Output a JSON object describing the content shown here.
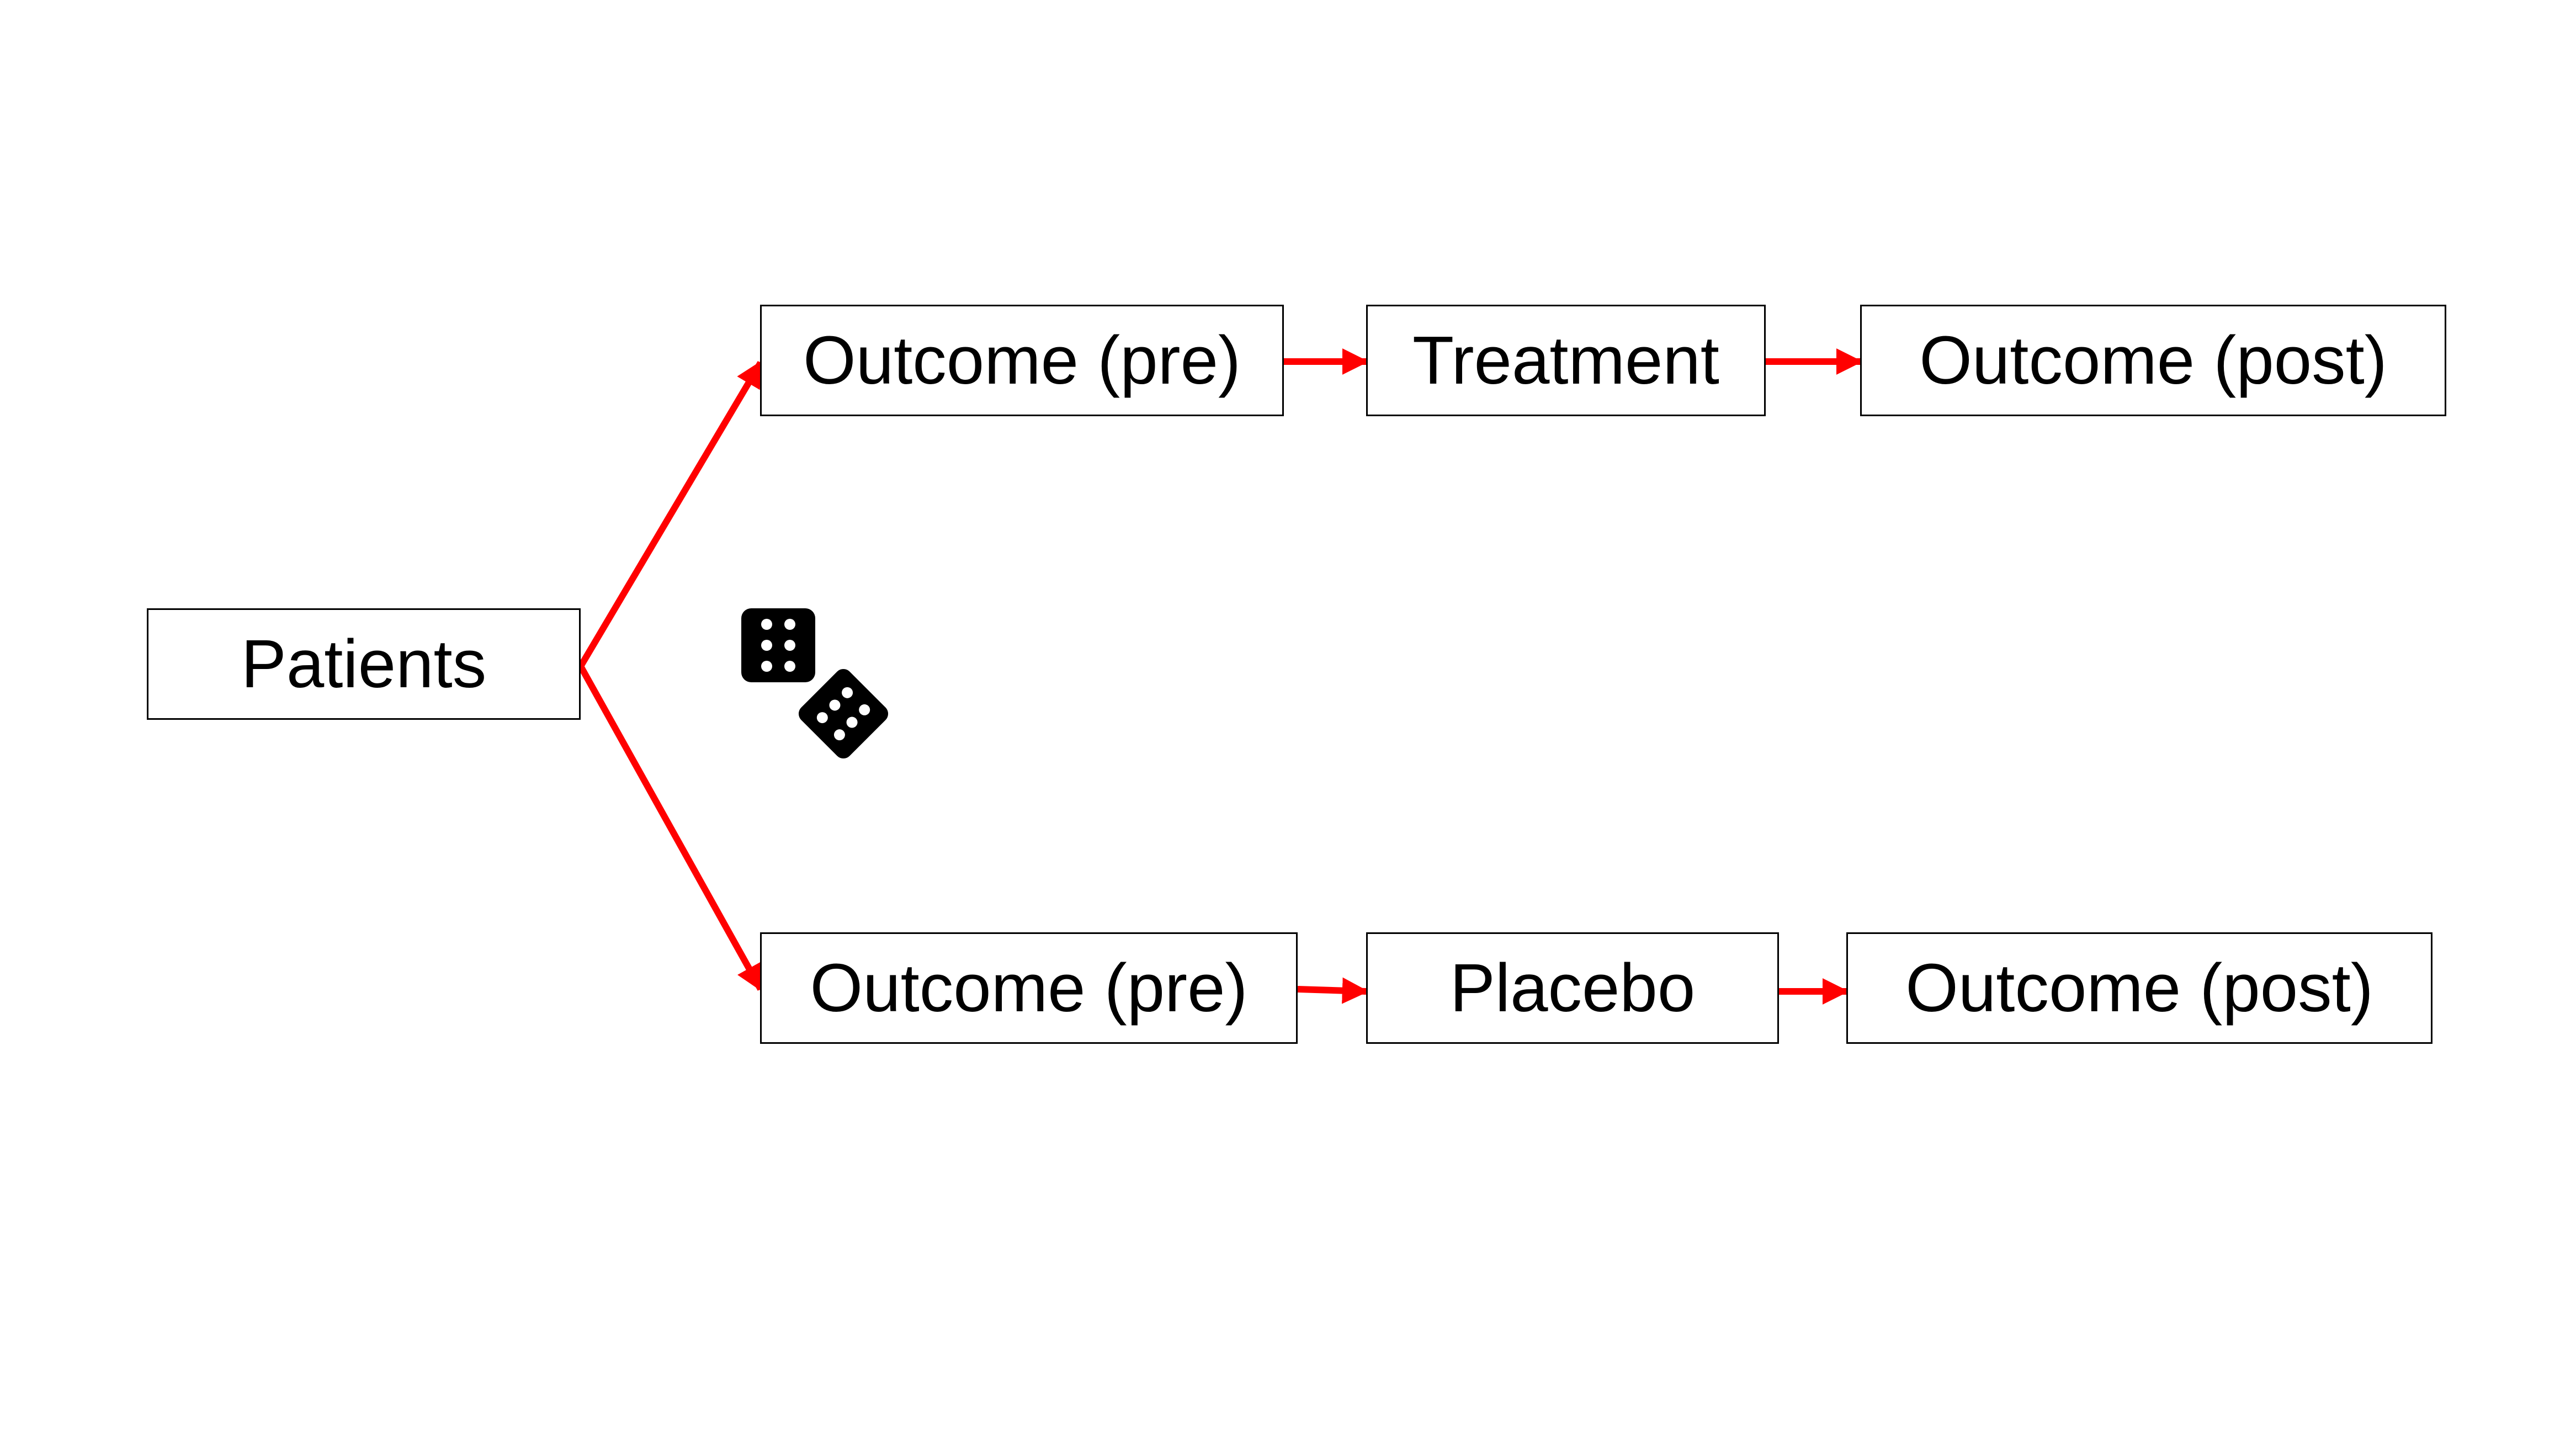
{
  "diagram": {
    "nodes": {
      "patients": "Patients",
      "top_pre": "Outcome (pre)",
      "top_mid": "Treatment",
      "top_post": "Outcome (post)",
      "bottom_pre": "Outcome (pre)",
      "bottom_mid": "Placebo",
      "bottom_post": "Outcome (post)"
    },
    "arrow_color": "#ff0000",
    "icon": "dice-icon"
  }
}
